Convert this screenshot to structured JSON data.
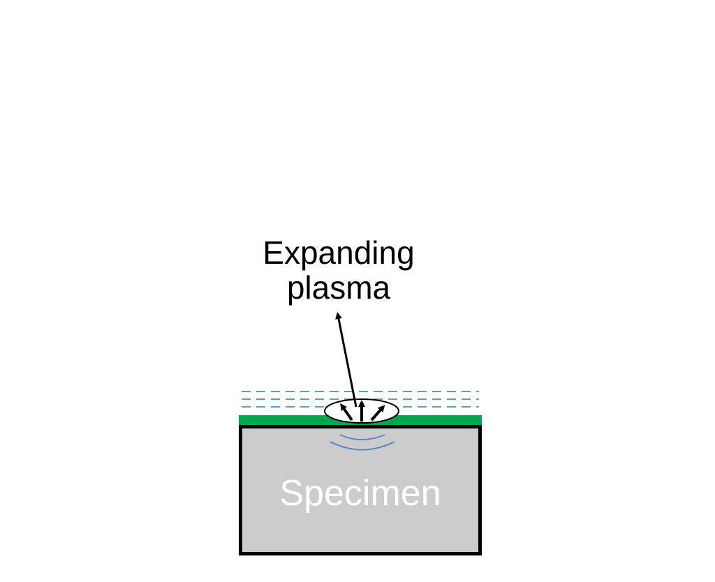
{
  "diagram": {
    "label": {
      "line1": "Expanding",
      "line2": "plasma"
    },
    "specimen_label": "Specimen",
    "colors": {
      "specimen_fill": "#cccccc",
      "specimen_border": "#000000",
      "coating": "#00a650",
      "water_lines": "#5b9bd5",
      "shock_waves": "#5b86b9",
      "plasma_fill": "#ffffff",
      "arrow": "#000000",
      "label_text": "#000000",
      "specimen_text": "#ffffff"
    }
  }
}
